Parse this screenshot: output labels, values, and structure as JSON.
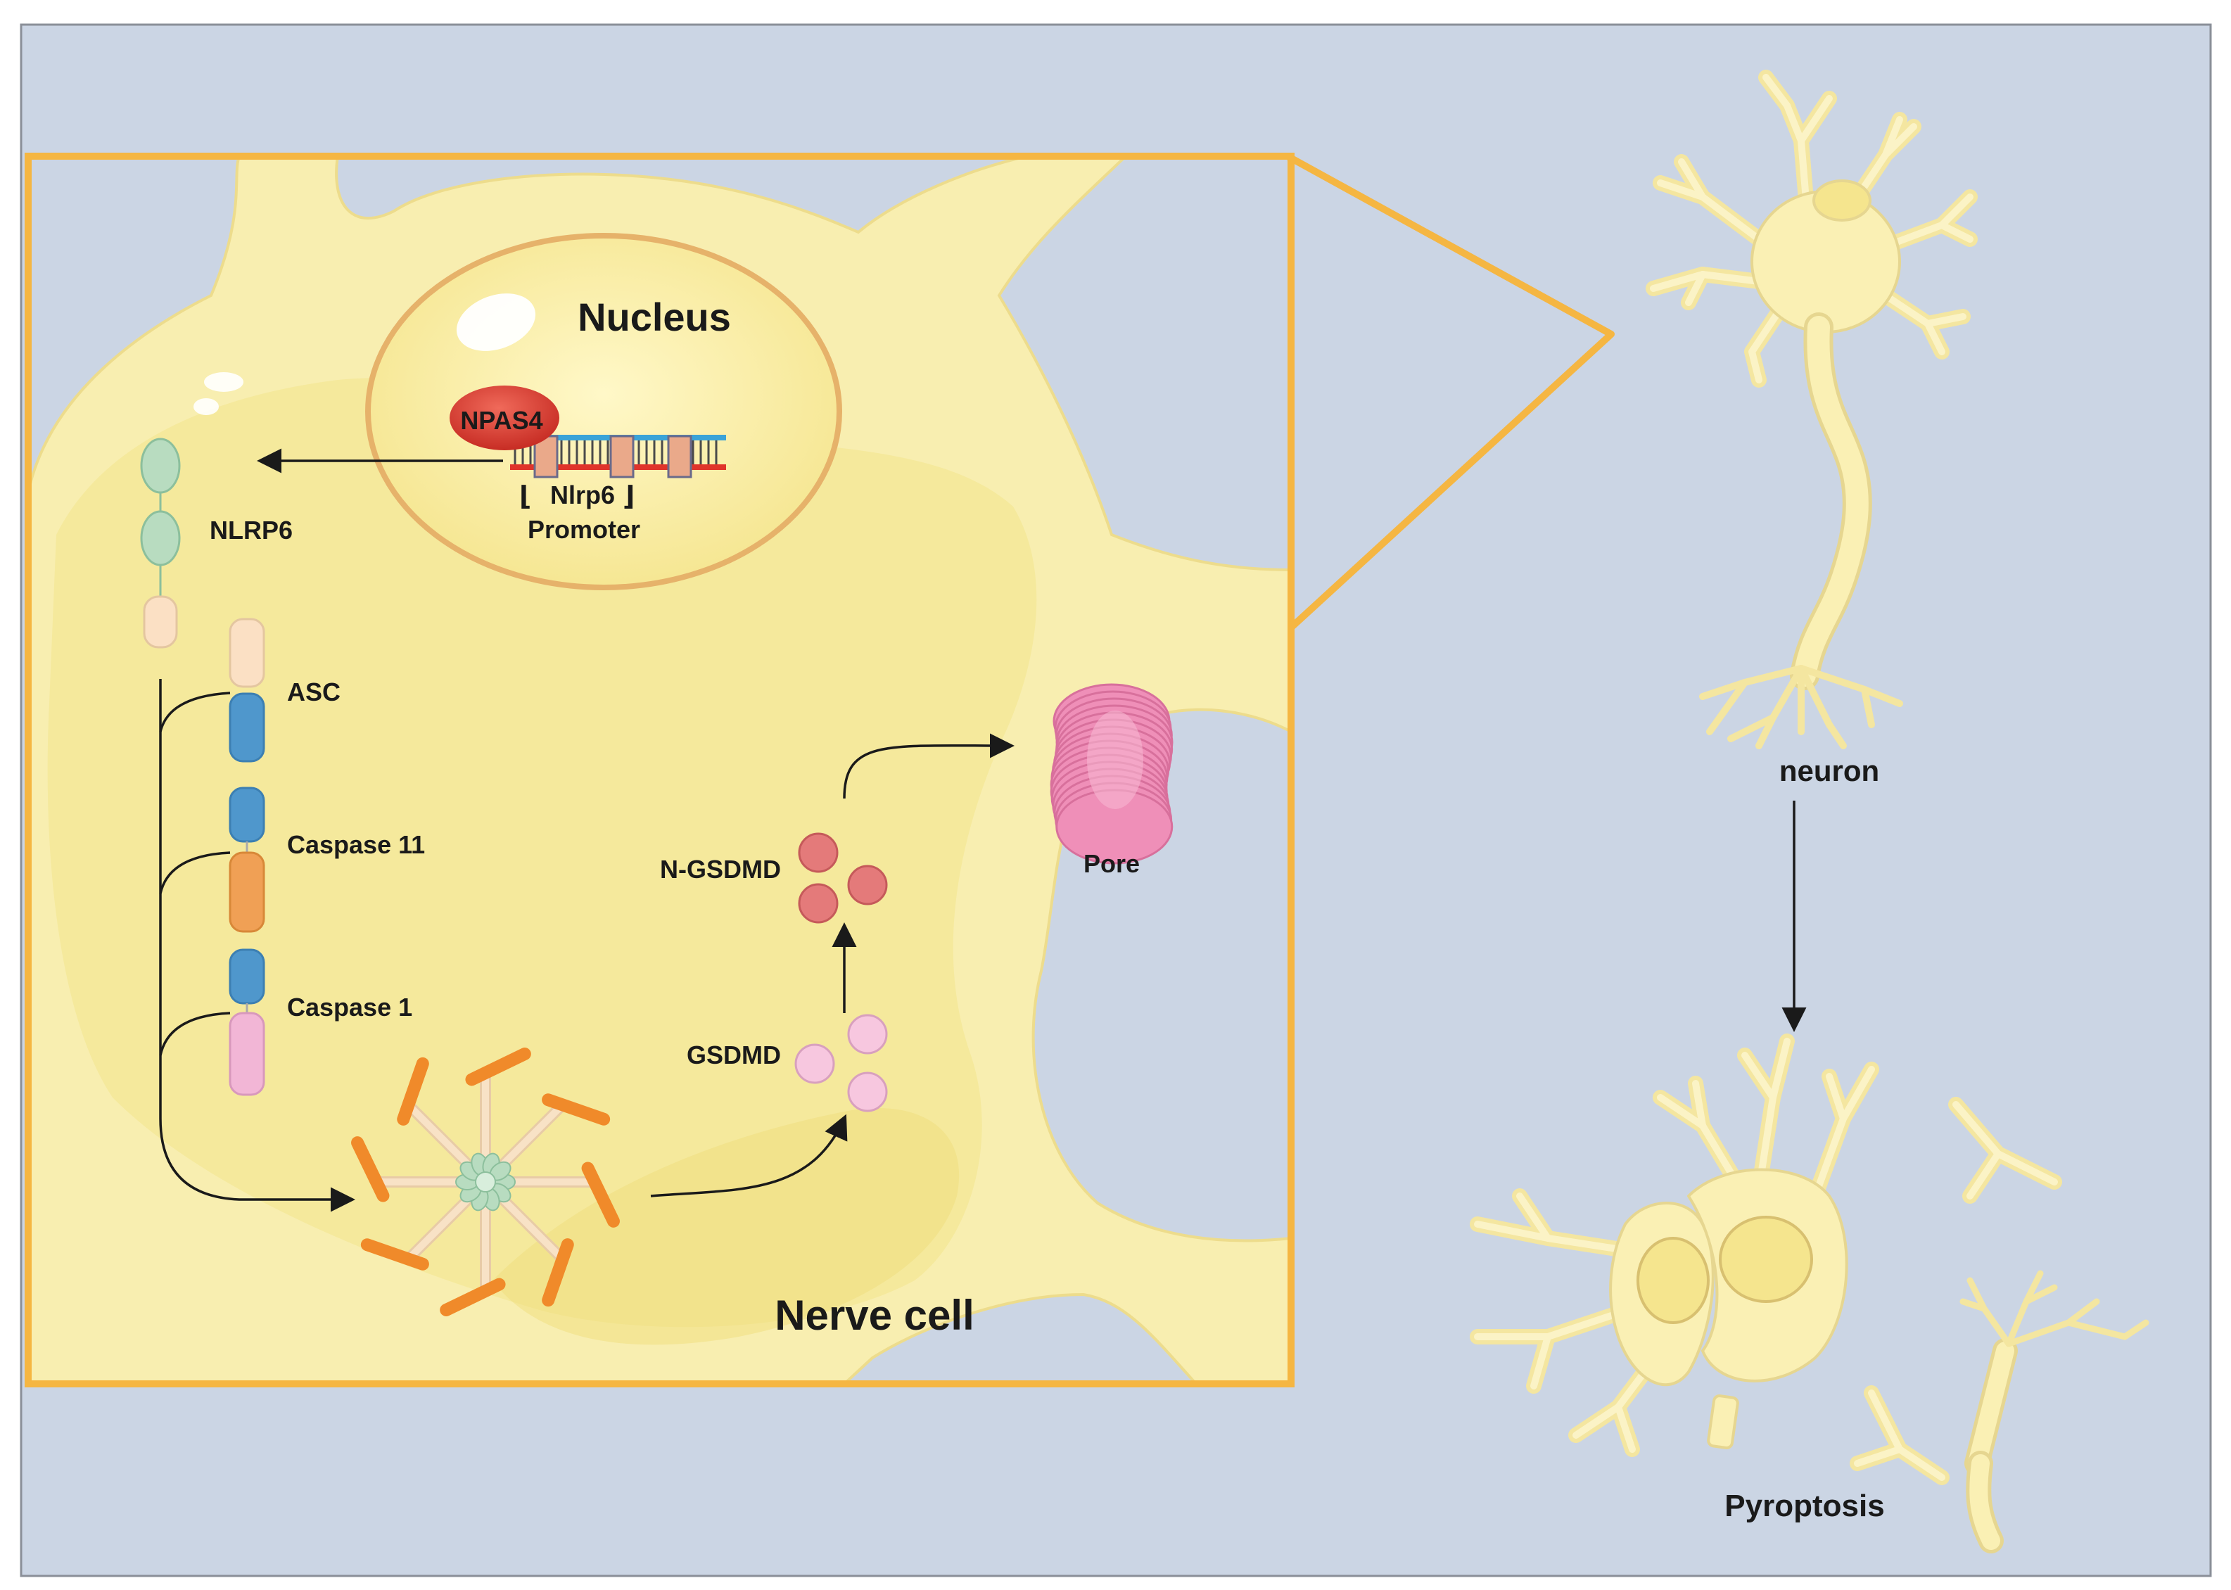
{
  "labels": {
    "nucleus": "Nucleus",
    "npas4": "NPAS4",
    "nlrp6_gene": "Nlrp6",
    "promoter": "Promoter",
    "nlrp6": "NLRP6",
    "asc": "ASC",
    "caspase11": "Caspase 11",
    "caspase1": "Caspase 1",
    "gsdmd": "GSDMD",
    "n_gsdmd": "N-GSDMD",
    "pore": "Pore",
    "nerve_cell": "Nerve cell",
    "neuron": "neuron",
    "pyroptosis": "Pyroptosis"
  },
  "colors": {
    "background": "#cbd5e4",
    "frame": "#f5b642",
    "cell_fill": "#f8eeb0",
    "cell_inner": "#f4e690",
    "nucleus_fill": "#f6eca0",
    "npas4": "#d9312a",
    "nlrp6_domain": "#b8dcc0",
    "pyd_domain": "#fbe0c4",
    "card_blue": "#4f97cc",
    "caspase11_orange": "#f0a055",
    "caspase1_pink": "#f2b6d6",
    "n_gsdmd": "#e47a7a",
    "gsdmd": "#f7c7df",
    "pore": "#ef8fb8",
    "inflammasome_spoke": "#f8dcbc",
    "inflammasome_bar": "#f08a2a",
    "neuron_fill": "#faf0b4",
    "neuron_stroke": "#e6d690"
  }
}
